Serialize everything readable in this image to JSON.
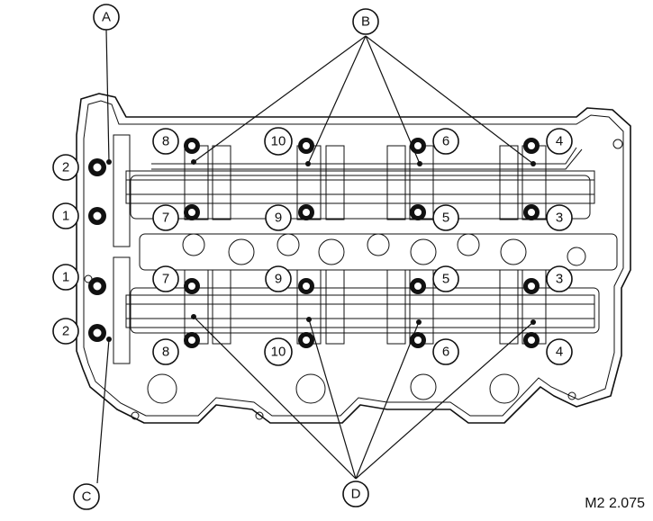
{
  "letter_labels": {
    "A": "A",
    "B": "B",
    "C": "C",
    "D": "D"
  },
  "numbers": {
    "n1": "1",
    "n2": "2",
    "n3": "3",
    "n4": "4",
    "n5": "5",
    "n6": "6",
    "n7": "7",
    "n8": "8",
    "n9": "9",
    "n10": "10"
  },
  "figure_ref": "M2 2.075"
}
